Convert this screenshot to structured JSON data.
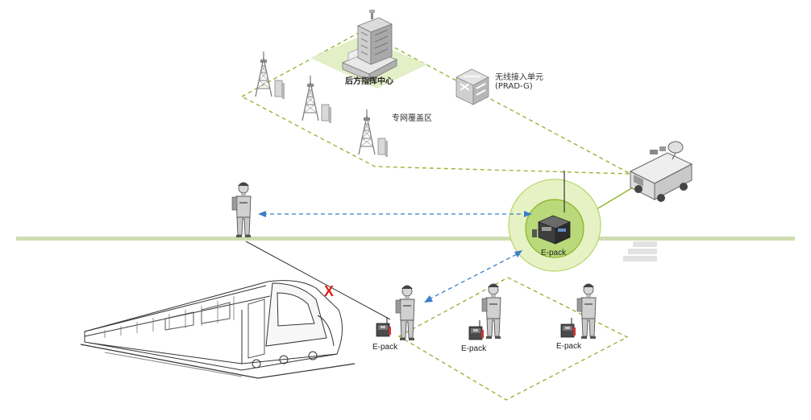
{
  "labels": {
    "command_center": "后方指挥中心",
    "private_network_area": "专网覆盖区",
    "access_unit_line1": "无线接入单元",
    "access_unit_line2": "(PRAD-G)",
    "epack": "E-pack",
    "blocked_mark": "X"
  },
  "colors": {
    "area_border": "#8db32a",
    "rail": "#cfdcb0",
    "wireless_link": "#3a7fc8",
    "blocked_link": "#333333",
    "blocked_mark": "#e0201b",
    "coverage_outer": "#e6f2c4",
    "coverage_inner": "#b9d97a"
  },
  "icons": [
    "radio-tower-icon",
    "building-icon",
    "switch-icon",
    "van-icon",
    "soldier-icon",
    "epack-device-icon",
    "train-icon",
    "steps-icon"
  ]
}
